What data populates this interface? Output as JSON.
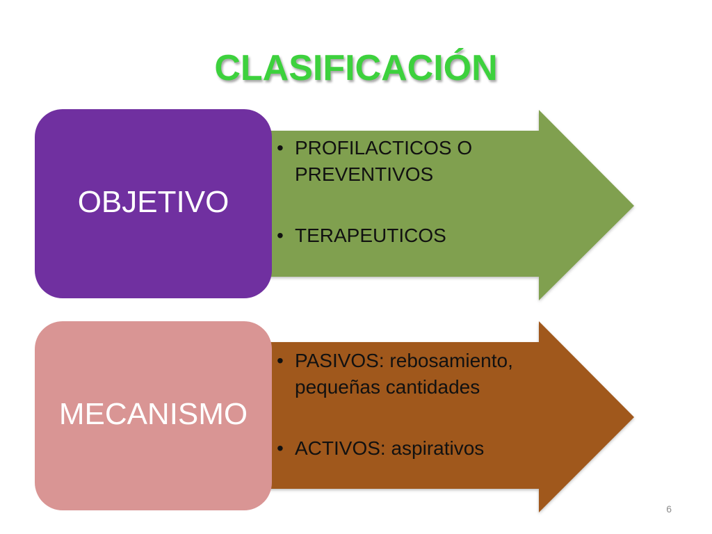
{
  "slide": {
    "title": "CLASIFICACIÓN",
    "title_color": "#3dd13d",
    "page_number": "6"
  },
  "rows": [
    {
      "label": "OBJETIVO",
      "box_color": "#7030a0",
      "label_color": "#ffffff",
      "arrow_color": "#80a050",
      "items": [
        "PROFILACTICOS O PREVENTIVOS",
        "TERAPEUTICOS"
      ]
    },
    {
      "label": "MECANISMO",
      "box_color": "#d99594",
      "label_color": "#ffffff",
      "arrow_color": "#a0581e",
      "items": [
        "PASIVOS: rebosamiento, pequeñas cantidades",
        "ACTIVOS: aspirativos"
      ]
    }
  ]
}
